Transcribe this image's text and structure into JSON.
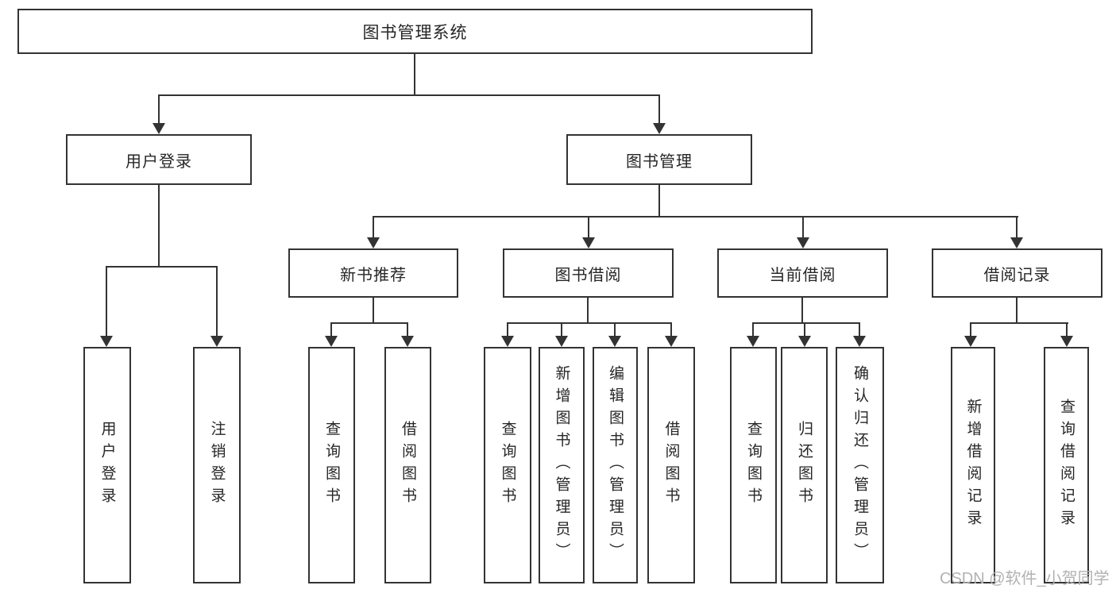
{
  "diagram": {
    "root": {
      "label": "图书管理系统"
    },
    "level2": [
      {
        "label": "用户登录"
      },
      {
        "label": "图书管理"
      }
    ],
    "level3": [
      {
        "label": "新书推荐"
      },
      {
        "label": "图书借阅"
      },
      {
        "label": "当前借阅"
      },
      {
        "label": "借阅记录"
      }
    ],
    "leaves": {
      "user_login": [
        "用户登录",
        "注销登录"
      ],
      "new_book": [
        "查询图书",
        "借阅图书"
      ],
      "borrow": [
        "查询图书",
        "新增图书（管理员）",
        "编辑图书（管理员）",
        "借阅图书"
      ],
      "current": [
        "查询图书",
        "归还图书",
        "确认归还（管理员）"
      ],
      "records": [
        "新增借阅记录",
        "查询借阅记录"
      ]
    }
  },
  "watermark": {
    "text": "CSDN @软件_小贺同学"
  },
  "colors": {
    "line": "#333333",
    "text": "#262626",
    "background": "#ffffff",
    "watermark": "#b2b2b2"
  }
}
